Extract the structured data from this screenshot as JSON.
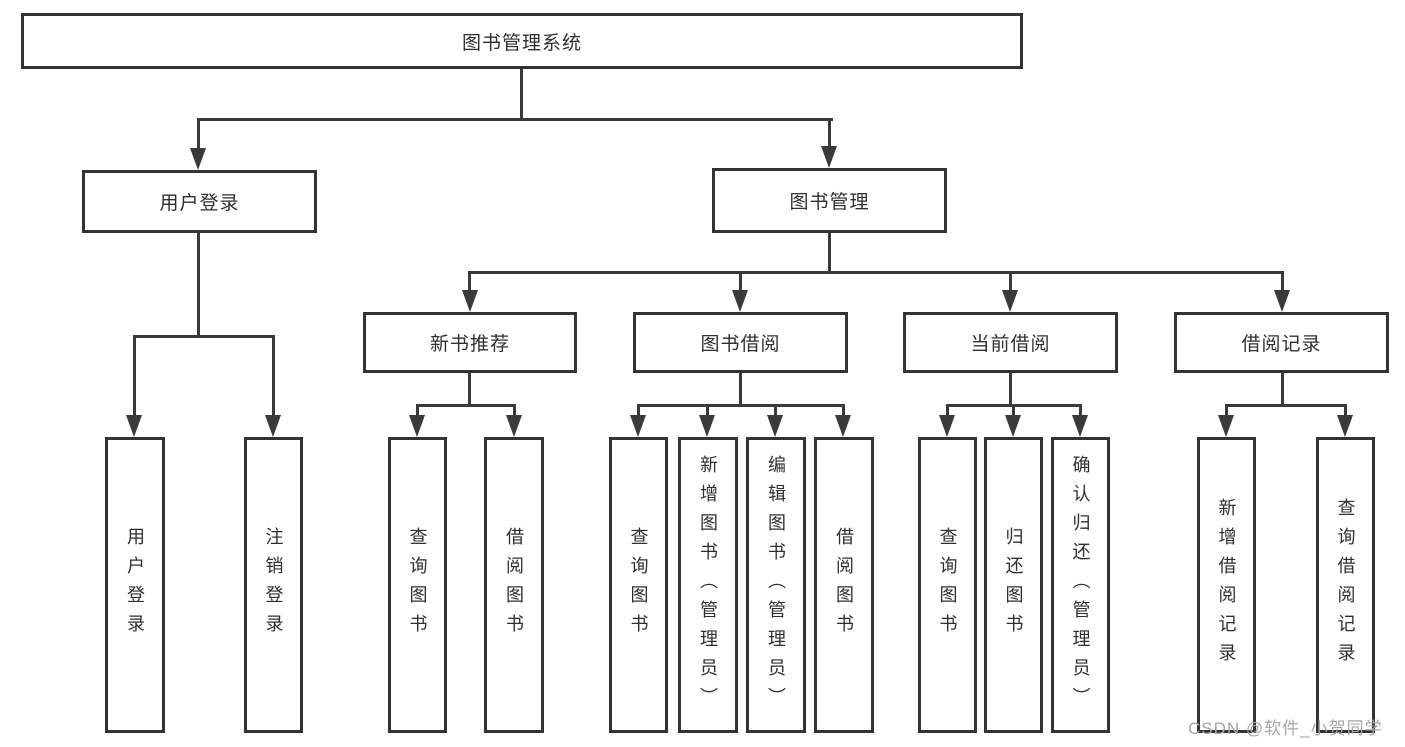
{
  "diagram_type": "hierarchy-tree",
  "tree": {
    "root": "图书管理系统",
    "user_login": {
      "label": "用户登录",
      "children": [
        {
          "label": "用户登录"
        },
        {
          "label": "注销登录"
        }
      ]
    },
    "book_management": {
      "label": "图书管理",
      "children": [
        {
          "label": "新书推荐",
          "children": [
            {
              "label": "查询图书"
            },
            {
              "label": "借阅图书"
            }
          ]
        },
        {
          "label": "图书借阅",
          "children": [
            {
              "label": "查询图书"
            },
            {
              "label": "新增图书（管理员）"
            },
            {
              "label": "编辑图书（管理员）"
            },
            {
              "label": "借阅图书"
            }
          ]
        },
        {
          "label": "当前借阅",
          "children": [
            {
              "label": "查询图书"
            },
            {
              "label": "归还图书"
            },
            {
              "label": "确认归还（管理员）"
            }
          ]
        },
        {
          "label": "借阅记录",
          "children": [
            {
              "label": "新增借阅记录"
            },
            {
              "label": "查询借阅记录"
            }
          ]
        }
      ]
    }
  },
  "watermark": {
    "text": "CSDN @软件_小贺同学"
  },
  "colors": {
    "line": "#3a3a3a",
    "border": "#333333",
    "text": "#2f2f2f",
    "watermark": "#a6a6a6",
    "background": "#ffffff"
  }
}
